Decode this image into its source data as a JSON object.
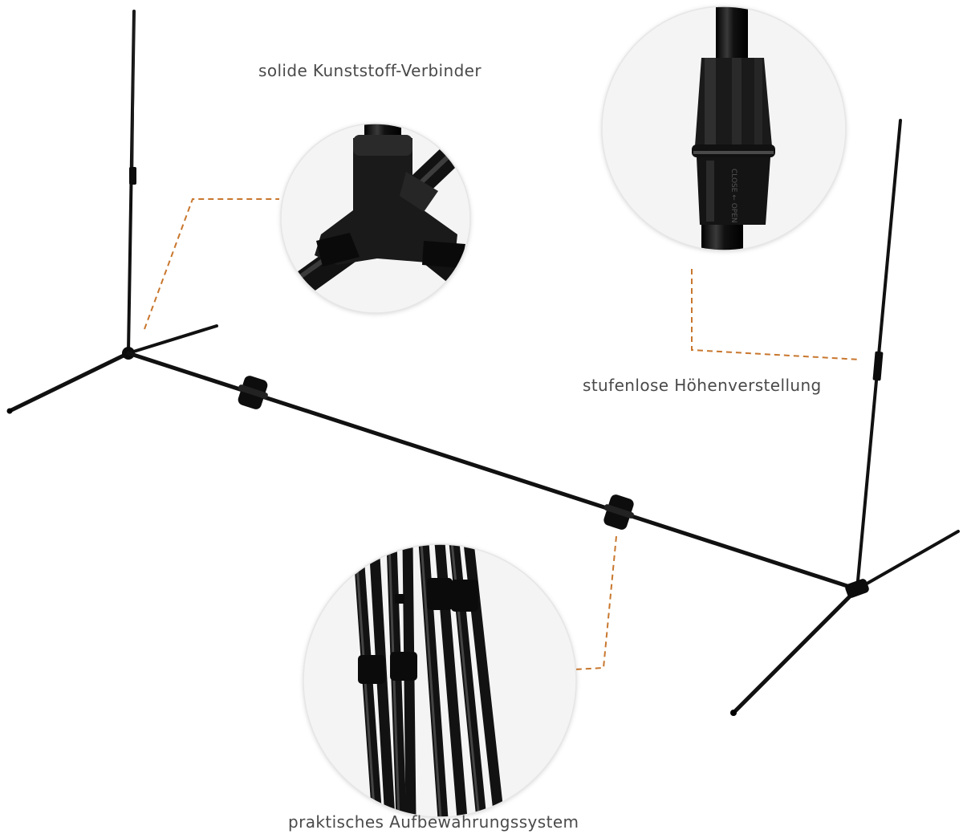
{
  "captions": {
    "connector": "solide Kunststoff-Verbinder",
    "height_adjust": "stufenlose Höhenverstellung",
    "storage": "praktisches Aufbewahrungssystem"
  },
  "colors": {
    "background": "#ffffff",
    "frame": "#111111",
    "callout_line": "#c8772e",
    "caption_text": "#4a4a4a",
    "circle_border": "#e6e6e6"
  },
  "icons": {
    "connector_detail": "t-connector-closeup",
    "height_detail": "telescopic-clamp-closeup",
    "storage_detail": "bundled-poles-closeup"
  }
}
